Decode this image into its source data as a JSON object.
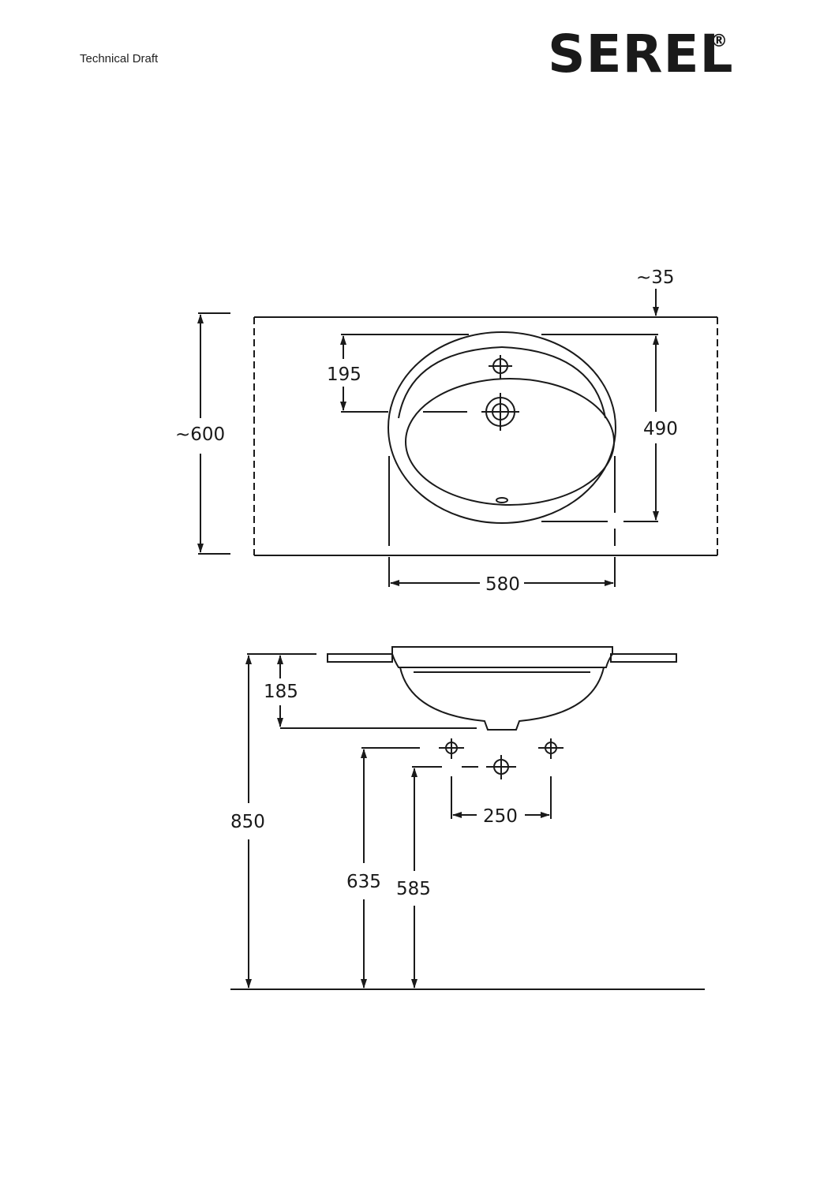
{
  "header": {
    "doc_label": "Technical Draft",
    "brand_name": "SEREL",
    "brand_mark": "®"
  },
  "top_view": {
    "dims": {
      "overhang": "~35",
      "faucet_offset": "195",
      "depth_total": "~600",
      "bowl_depth": "490",
      "bowl_width": "580"
    }
  },
  "side_view": {
    "dims": {
      "bowl_height": "185",
      "total_height": "850",
      "supply_height": "635",
      "drain_height": "585",
      "supply_spacing": "250"
    }
  },
  "colors": {
    "line": "#1a1a1a",
    "background": "#ffffff"
  }
}
